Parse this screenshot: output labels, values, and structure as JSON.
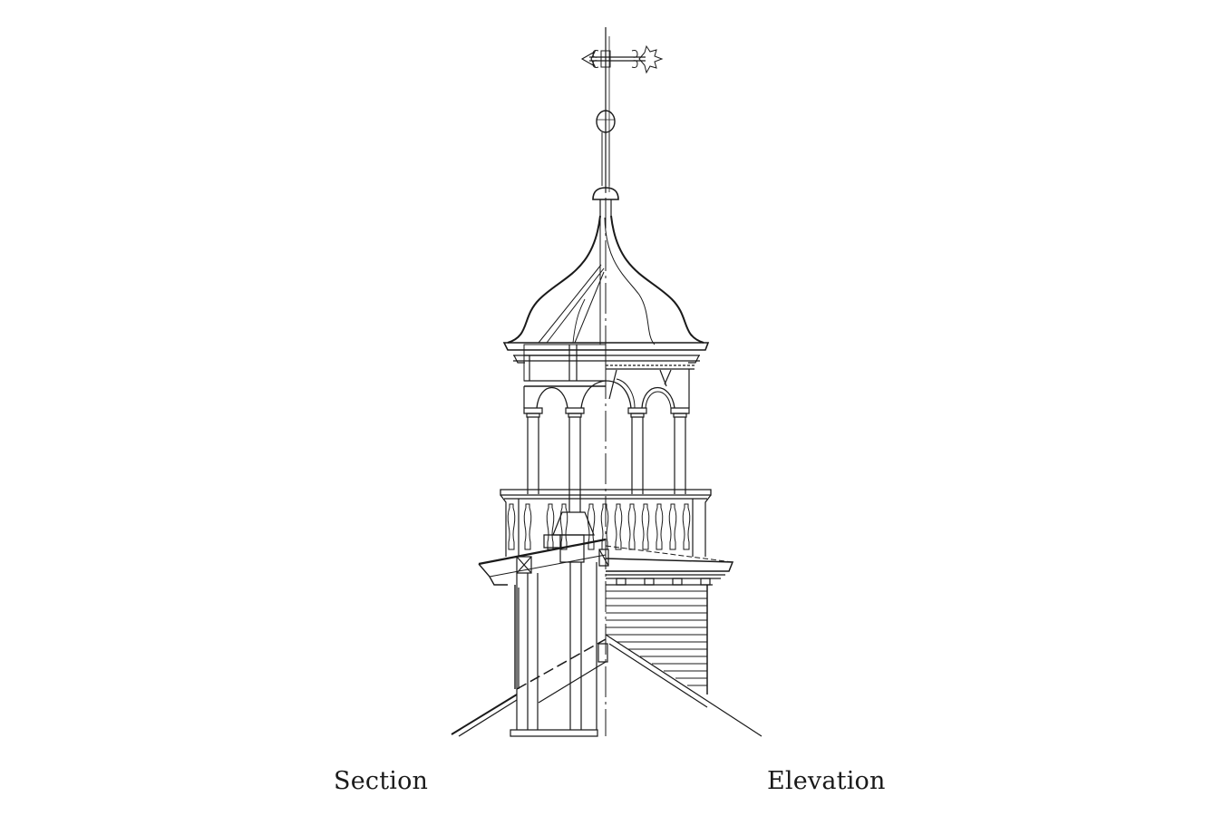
{
  "drawing": {
    "subject": "Cupola with onion dome and weathervane",
    "line_color": "#1a1a1a",
    "background": "#ffffff",
    "parts": {
      "weathervane": "arrow-and-star weathervane",
      "finial": "ball finial",
      "dome": "onion dome",
      "arcade": "arched openings on columns",
      "balustrade": "turned-baluster railing",
      "base": "clapboard base with cornice",
      "roof": "pitched roof"
    }
  },
  "labels": {
    "left": "Section",
    "right": "Elevation"
  }
}
